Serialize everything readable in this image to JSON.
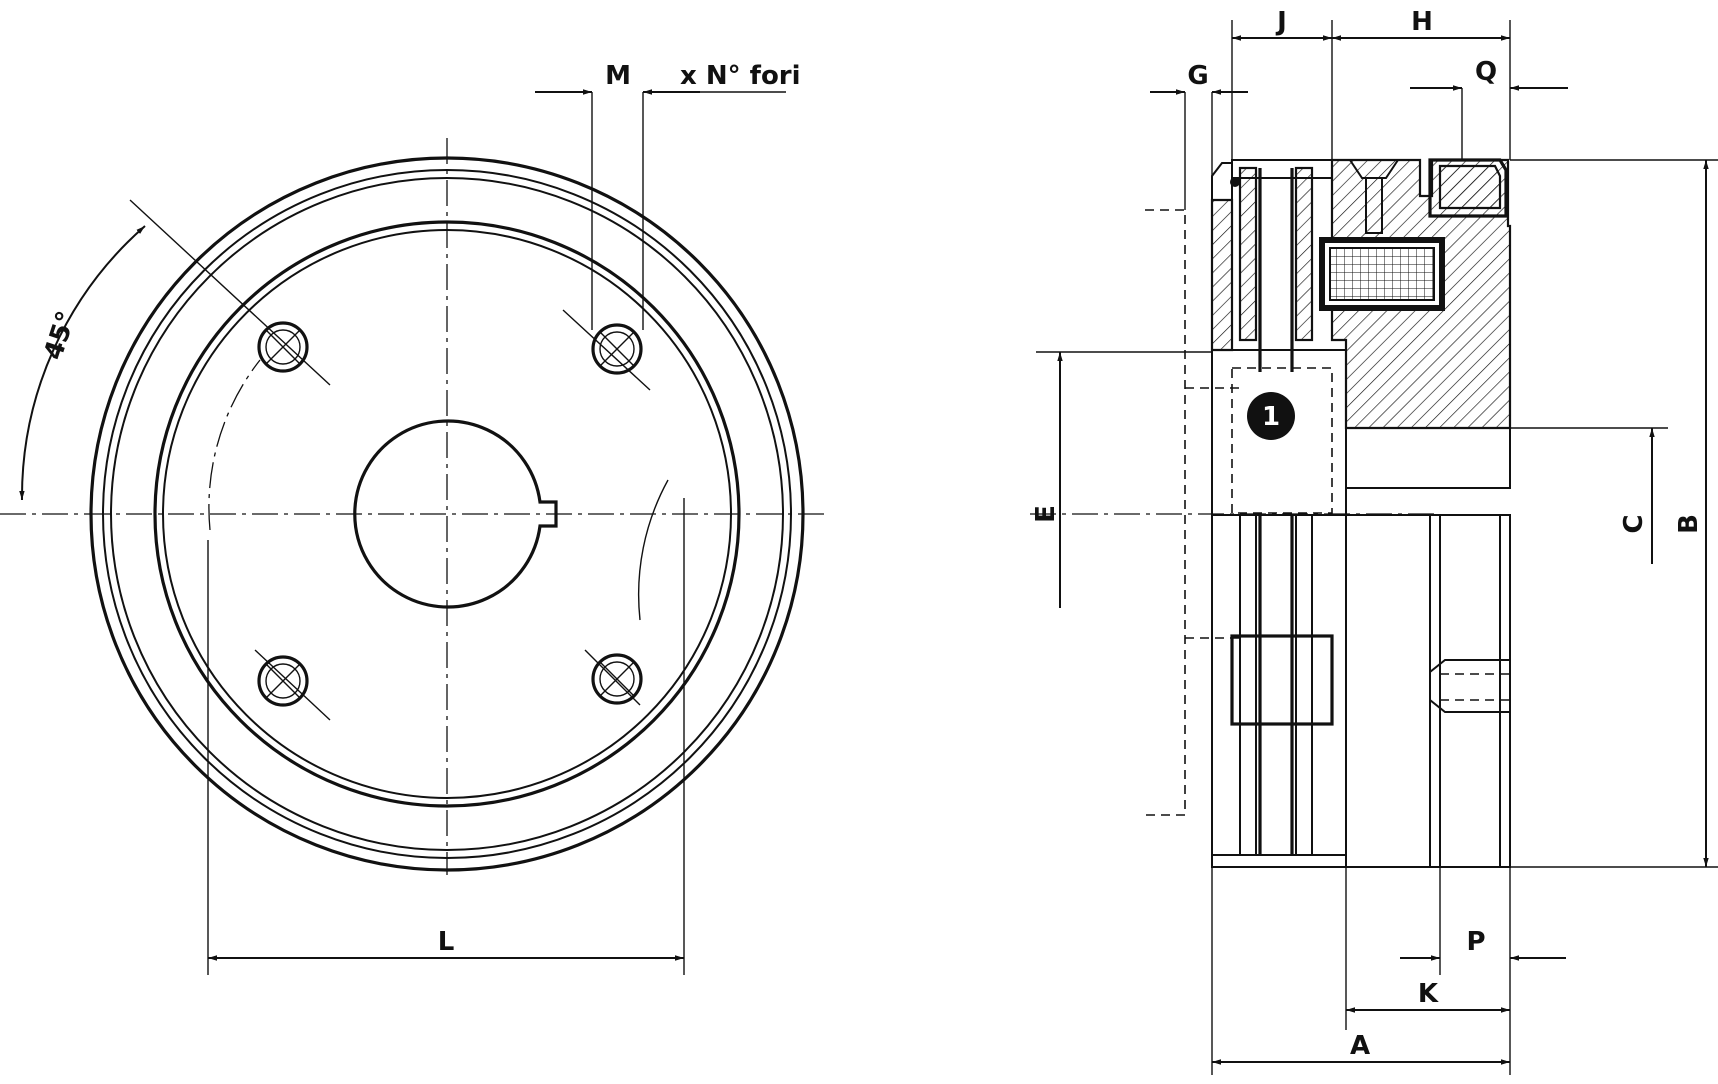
{
  "labels": {
    "m": "M",
    "holes": "x N° fori",
    "angle": "45°",
    "l": "L",
    "j": "J",
    "h": "H",
    "g": "G",
    "q": "Q",
    "e": "E",
    "c": "C",
    "b": "B",
    "p": "P",
    "k": "K",
    "a": "A",
    "item": "1"
  },
  "colors": {
    "ink": "#111111",
    "paper": "#ffffff"
  }
}
